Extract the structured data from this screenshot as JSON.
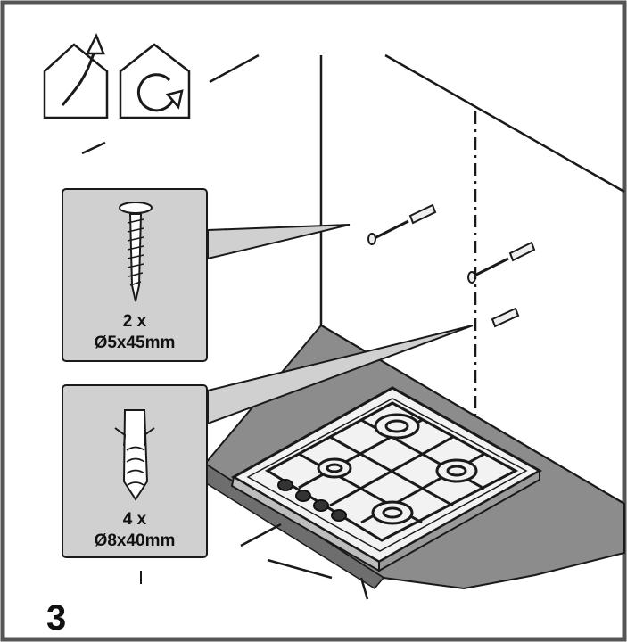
{
  "step_number": "3",
  "callouts": [
    {
      "quantity": "2 x",
      "size": "Ø5x45mm"
    },
    {
      "quantity": "4 x",
      "size": "Ø8x40mm"
    }
  ],
  "icons": [
    "indoor-installation-icon",
    "rotate-inside-house-icon",
    "screw-icon",
    "wall-plug-icon",
    "gas-hob-icon"
  ],
  "colors": {
    "line": "#1a1a1a",
    "counter": "#8c8c8c",
    "callout_fill": "#d0d0d0",
    "frame": "#555555"
  }
}
